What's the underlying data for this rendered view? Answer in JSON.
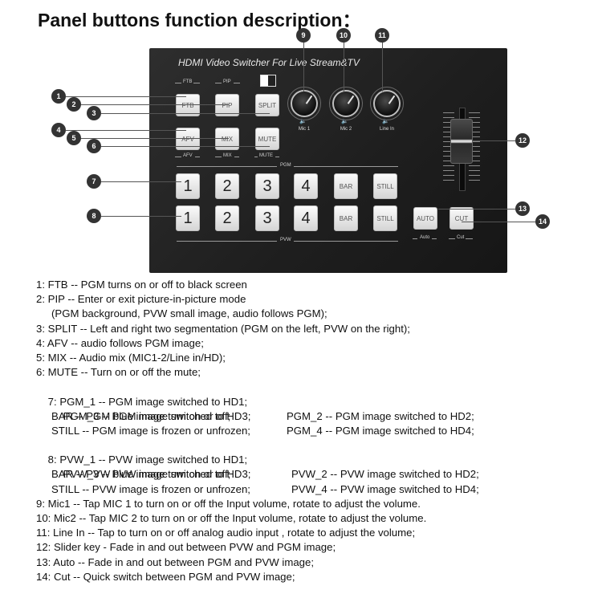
{
  "heading": "Panel buttons function description：",
  "panel": {
    "title": "HDMI Video Switcher For Live Stream&TV",
    "group_top_ftb": "FTB",
    "group_top_pip": "PIP",
    "group_bottom_afv": "AFV",
    "group_bottom_mix": "MIX",
    "group_bottom_mute": "MUTE",
    "pgm_label": "PGM",
    "pvw_label": "PVW",
    "auto_label": "Auto",
    "cut_label": "Cut",
    "buttons": {
      "ftb": "FTB",
      "pip": "PIP",
      "split": "SPLIT",
      "afv": "AFV",
      "mix": "MIX",
      "mute": "MUTE",
      "pgm": [
        "1",
        "2",
        "3",
        "4",
        "BAR",
        "STILL"
      ],
      "pvw": [
        "1",
        "2",
        "3",
        "4",
        "BAR",
        "STILL"
      ],
      "auto": "AUTO",
      "cut": "CUT"
    },
    "knobs": [
      {
        "label": "Mic 1"
      },
      {
        "label": "Mic 2"
      },
      {
        "label": "Line In"
      }
    ]
  },
  "callouts": [
    "1",
    "2",
    "3",
    "4",
    "5",
    "6",
    "7",
    "8",
    "9",
    "10",
    "11",
    "12",
    "13",
    "14"
  ],
  "descriptions": {
    "l1": "1: FTB -- PGM turns on or off to black screen",
    "l2": "2: PIP -- Enter or exit picture-in-picture mode",
    "l2b": "(PGM background, PVW small image, audio follows PGM);",
    "l3": "3: SPLIT -- Left and right two segmentation (PGM on the left, PVW on the right);",
    "l4": "4: AFV -- audio follows PGM image;",
    "l5": "5: MIX -- Audio mix (MIC1-2/Line in/HD);",
    "l6": "6: MUTE -- Turn on or off the mute;",
    "l7a": "7: PGM_1 -- PGM image switched to HD1;",
    "l7a2": "PGM_2 -- PGM image switched to HD2;",
    "l7b": "PGM_3 -- PGM image switched to HD3;",
    "l7b2": "PGM_4 -- PGM image switched to HD4;",
    "l7c": "BAR -- PGM blue image turn on or off;",
    "l7d": "STILL -- PGM image is frozen or unfrozen;",
    "l8a": "8: PVW_1 -- PVW image switched to HD1;",
    "l8a2": "PVW_2 -- PVW image switched to HD2;",
    "l8b": "PVW_3 -- PVW image switched to HD3;",
    "l8b2": "PVW_4 -- PVW image switched to HD4;",
    "l8c": "BAR -- PVW blue image turn on or off;",
    "l8d": "STILL -- PVW image is frozen or unfrozen;",
    "l9": "9: Mic1 -- Tap MIC 1 to turn on or off the Input volume, rotate to adjust the volume.",
    "l10": "10: Mic2 -- Tap MIC 2 to turn on or off the Input volume, rotate to adjust the volume.",
    "l11": "11: Line In -- Tap to turn on or off analog audio input , rotate to adjust the volume;",
    "l12": "12: Slider key - Fade in and out between PVW and PGM image;",
    "l13": "13: Auto -- Fade in and out between PGM and PVW image;",
    "l14": "14: Cut -- Quick switch between PGM and PVW image;"
  }
}
